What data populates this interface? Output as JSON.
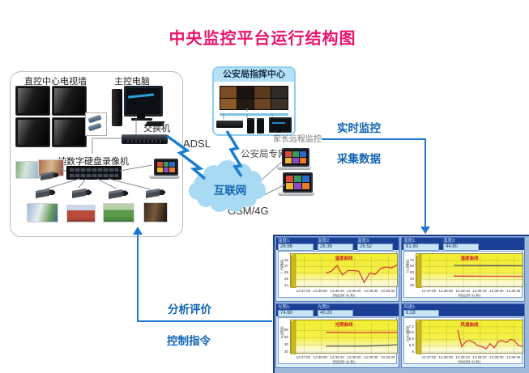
{
  "page_title": "中央监控平台运行结构图",
  "colors": {
    "title": "#e8156e",
    "flow_text": "#0f63b5",
    "arrow_blue": "#1d77cc",
    "lightning_blue": "#1b7dd0",
    "cloud_fill": "#a9daf4",
    "internet_text": "#1467b2",
    "command_header_bg": "#b5e1f7",
    "chart_plot_bg": "#f1ed2f",
    "panel_header_bg": "#1c3f96"
  },
  "monitor_center": {
    "tv_wall_label": "直控中心电视墙",
    "main_computer_label": "主控电脑",
    "switch_label": "交换机",
    "dvr_label": "纯数字硬盘录像机"
  },
  "command_center": {
    "title": "公安局指挥中心"
  },
  "network": {
    "adsl_label": "ADSL",
    "police_net_label": "公安局专网",
    "internet_label": "互联网",
    "gsm_label": "GSM/4G",
    "parent_monitor_label": "家长远程监控"
  },
  "flow_labels": {
    "realtime": "实时监控",
    "collect": "采集数据",
    "analysis": "分析评价",
    "control": "控制指令"
  },
  "chart_data": [
    {
      "type": "line",
      "title": "温度曲线",
      "fields": [
        {
          "label": "温度1:",
          "value": "26.66"
        },
        {
          "label": "温度2:",
          "value": "26.38"
        },
        {
          "label": "温度3:",
          "value": "26.52"
        }
      ],
      "ylabel": "温度(℃)",
      "xlabel": "时间(时:分:秒)",
      "x_ticks": [
        "14:37:00",
        "14:38:00",
        "14:39:10",
        "14:39:20",
        "14:39:30",
        "14:39:40"
      ],
      "ylim": [
        24,
        28
      ],
      "yticks": [
        24,
        25,
        26,
        27,
        28
      ],
      "series": [
        {
          "name": "温度1",
          "color": "#d9413a",
          "x_start": 0.3,
          "values": [
            26.0,
            26.3,
            27.2,
            25.7,
            26.4,
            26.4,
            26.3,
            24.5,
            26.0,
            25.8,
            26.7,
            27.0,
            26.8,
            27.3
          ]
        }
      ]
    },
    {
      "type": "line",
      "title": "湿度曲线",
      "fields": [
        {
          "label": "湿度1:",
          "value": "61.80"
        },
        {
          "label": "湿度2:",
          "value": "44.80"
        }
      ],
      "ylabel": "湿度(%)",
      "xlabel": "时间(时:分:秒)",
      "x_ticks": [
        "14:37:00",
        "14:38:00",
        "14:39:10",
        "14:39:20",
        "14:39:30",
        "14:39:40"
      ],
      "ylim": [
        30,
        70
      ],
      "yticks": [
        30,
        40,
        50,
        60,
        70
      ],
      "series": [
        {
          "name": "湿度1",
          "color": "#565b61",
          "x_start": 0.32,
          "values": [
            62.1,
            62.1,
            62.0,
            62.0,
            62.0,
            61.9,
            61.9,
            61.9,
            61.8,
            61.8
          ]
        },
        {
          "name": "湿度2",
          "color": "#d9413a",
          "x_start": 0.32,
          "values": [
            45.2,
            45.1,
            45.1,
            45.0,
            45.0,
            44.9,
            45.0,
            44.9,
            44.9,
            44.8
          ]
        }
      ]
    },
    {
      "type": "line",
      "title": "光照曲线",
      "fields": [
        {
          "label": "光照1:",
          "value": "74.60"
        },
        {
          "label": "光照2:",
          "value": "40.20"
        }
      ],
      "ylabel": "光照(lx)",
      "xlabel": "时间(时:分:秒)",
      "x_ticks": [
        "14:37:00",
        "14:38:00",
        "14:39:10",
        "14:39:20",
        "14:39:30",
        "14:39:40"
      ],
      "ylim": [
        20,
        90
      ],
      "yticks": [
        20,
        40,
        60,
        80
      ],
      "series": [
        {
          "name": "光照1",
          "color": "#d9413a",
          "x_start": 0.3,
          "values": [
            74.8,
            74.8,
            74.6,
            74.3,
            74.2,
            74.3,
            74.5,
            74.6,
            74.5,
            74.6
          ]
        },
        {
          "name": "光照2",
          "color": "#565b61",
          "x_start": 0.3,
          "values": [
            36.0,
            36.0,
            36.0,
            36.1,
            36.2,
            36.5,
            37.0,
            37.8,
            38.8,
            40.2
          ]
        }
      ]
    },
    {
      "type": "line",
      "title": "风速曲线",
      "fields": [
        {
          "label": "风速1:",
          "value": "6.28"
        }
      ],
      "ylabel": "风速(m/s)",
      "xlabel": "时间(时:分:秒)",
      "x_ticks": [
        "14:37:00",
        "14:38:00",
        "14:39:10",
        "14:39:20",
        "14:39:30",
        "14:39:40"
      ],
      "ylim": [
        6,
        7.2
      ],
      "yticks": [
        6.0,
        6.3,
        6.6,
        6.9,
        7.2
      ],
      "series": [
        {
          "name": "风速1",
          "color": "#d9413a",
          "x_start": 0.36,
          "values": [
            7.05,
            6.25,
            6.5,
            6.55,
            6.45,
            6.3,
            6.25,
            6.15,
            6.4,
            6.2,
            6.5,
            6.55,
            6.45,
            6.6,
            6.55,
            6.3,
            6.28
          ]
        }
      ]
    }
  ]
}
